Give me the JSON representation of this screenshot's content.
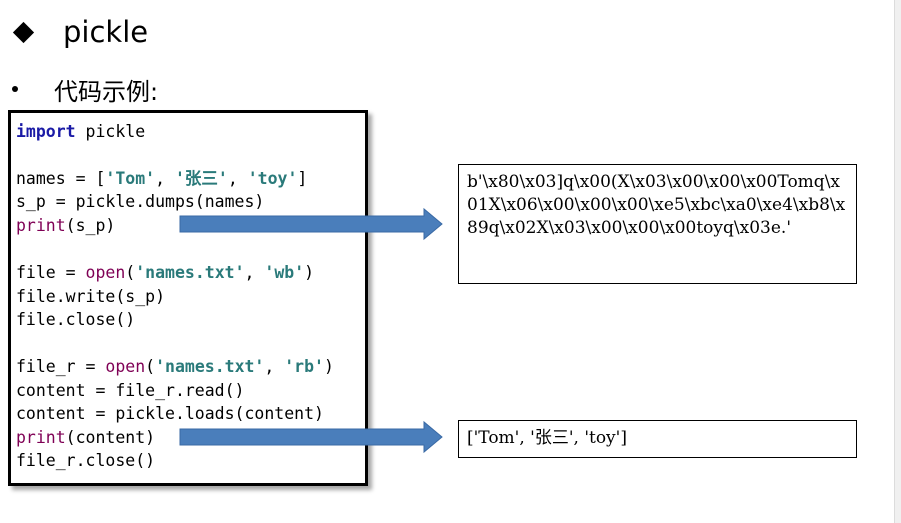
{
  "heading": {
    "title": "pickle"
  },
  "subheading": {
    "label": "代码示例:"
  },
  "code": {
    "l1": {
      "kw": "import",
      "rest": " pickle"
    },
    "l3": {
      "pre": "names = [",
      "s1": "'Tom'",
      "c1": ", ",
      "s2": "'张三'",
      "c2": ", ",
      "s3": "'toy'",
      "post": "]"
    },
    "l4": "s_p = pickle.dumps(names)",
    "l5": {
      "fn": "print",
      "rest": "(s_p)"
    },
    "l7": {
      "pre": "file = ",
      "fn": "open",
      "p1": "(",
      "s1": "'names.txt'",
      "c": ", ",
      "s2": "'wb'",
      "post": ")"
    },
    "l8": "file.write(s_p)",
    "l9": "file.close()",
    "l11": {
      "pre": "file_r = ",
      "fn": "open",
      "p1": "(",
      "s1": "'names.txt'",
      "c": ", ",
      "s2": "'rb'",
      "post": ")"
    },
    "l12": "content = file_r.read()",
    "l13": "content = pickle.loads(content)",
    "l14": {
      "fn": "print",
      "rest": "(content)"
    },
    "l15": "file_r.close()"
  },
  "outputs": {
    "bytes_output": "b'\\x80\\x03]q\\x00(X\\x03\\x00\\x00\\x00Tomq\\x01X\\x06\\x00\\x00\\x00\\xe5\\xbc\\xa0\\xe4\\xb8\\x89q\\x02X\\x03\\x00\\x00\\x00toyq\\x03e.'",
    "list_output": "['Tom', '张三', 'toy']"
  },
  "colors": {
    "arrow_fill": "#4a7ebb",
    "arrow_stroke": "#3a6aa5"
  },
  "icons": {
    "heading_bullet": "diamond-bullet-icon",
    "sub_bullet": "dot-bullet-icon",
    "arrow": "right-arrow-icon"
  }
}
